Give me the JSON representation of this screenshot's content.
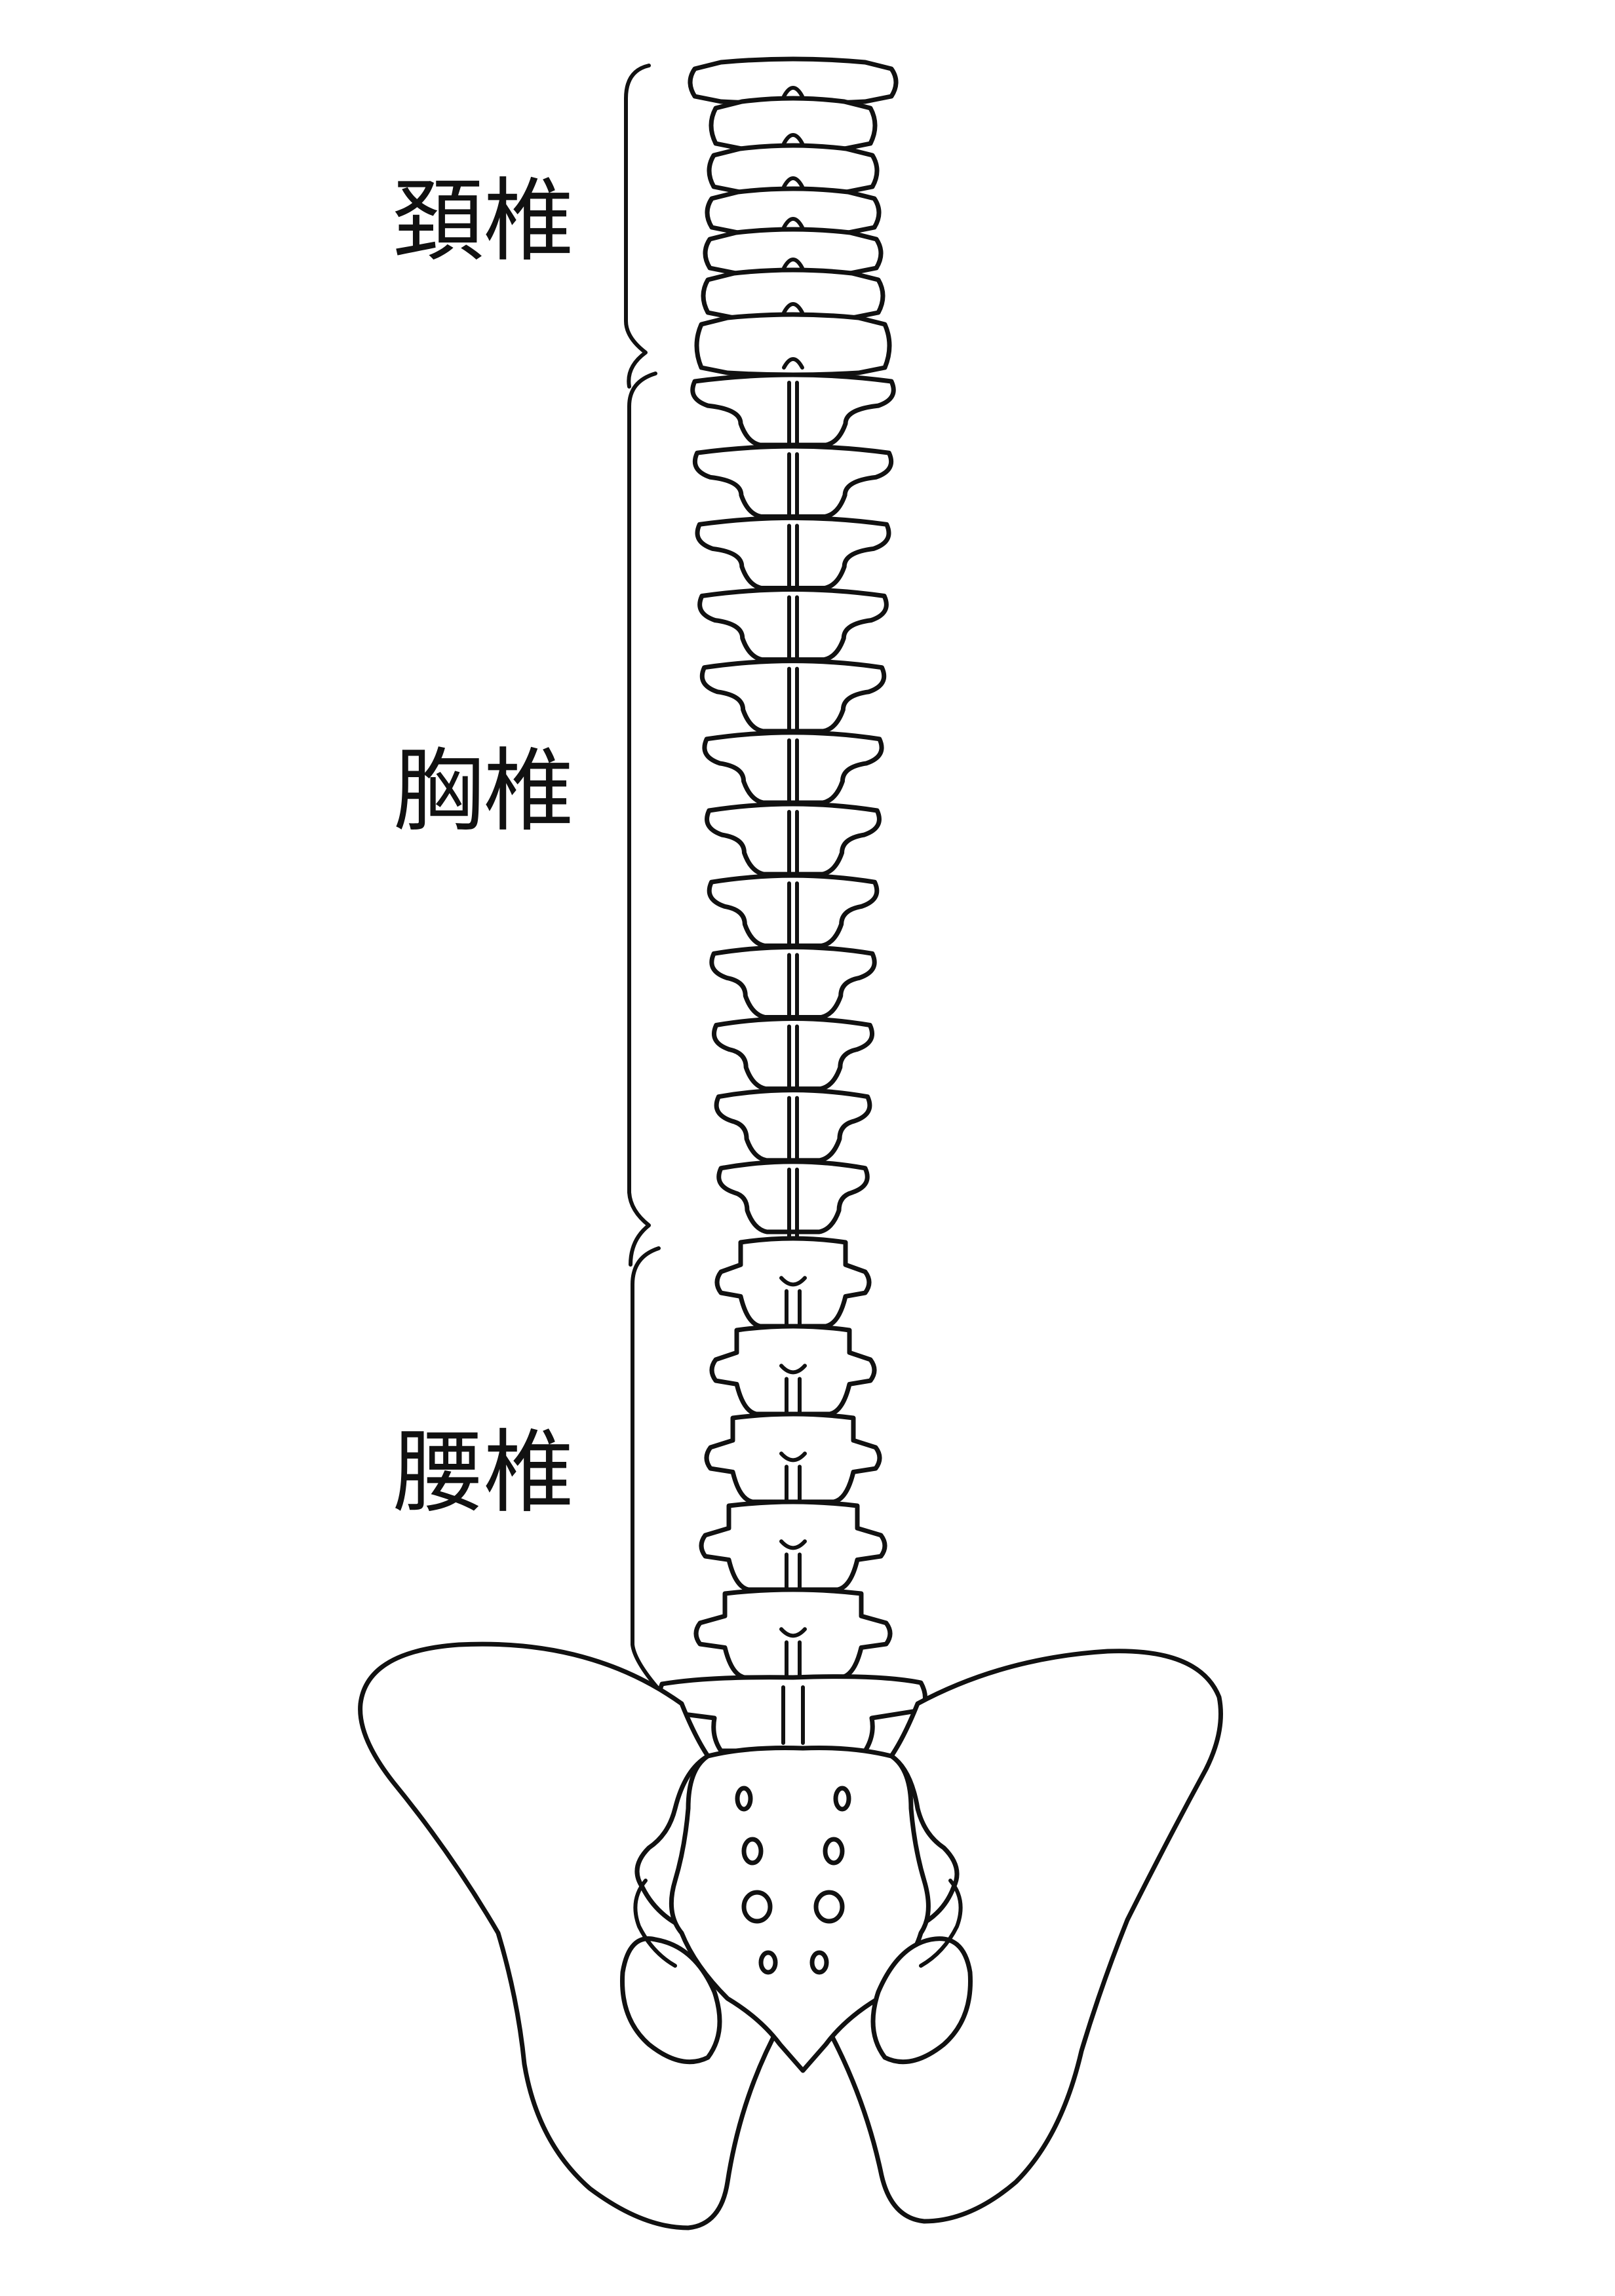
{
  "labels": {
    "cervical": "頚椎",
    "thoracic": "胸椎",
    "lumbar": "腰椎"
  },
  "vertebrae": {
    "cervical_count": 7,
    "thoracic_count": 12,
    "lumbar_count": 5
  },
  "colors": {
    "line": "#111111",
    "background": "#ffffff"
  }
}
